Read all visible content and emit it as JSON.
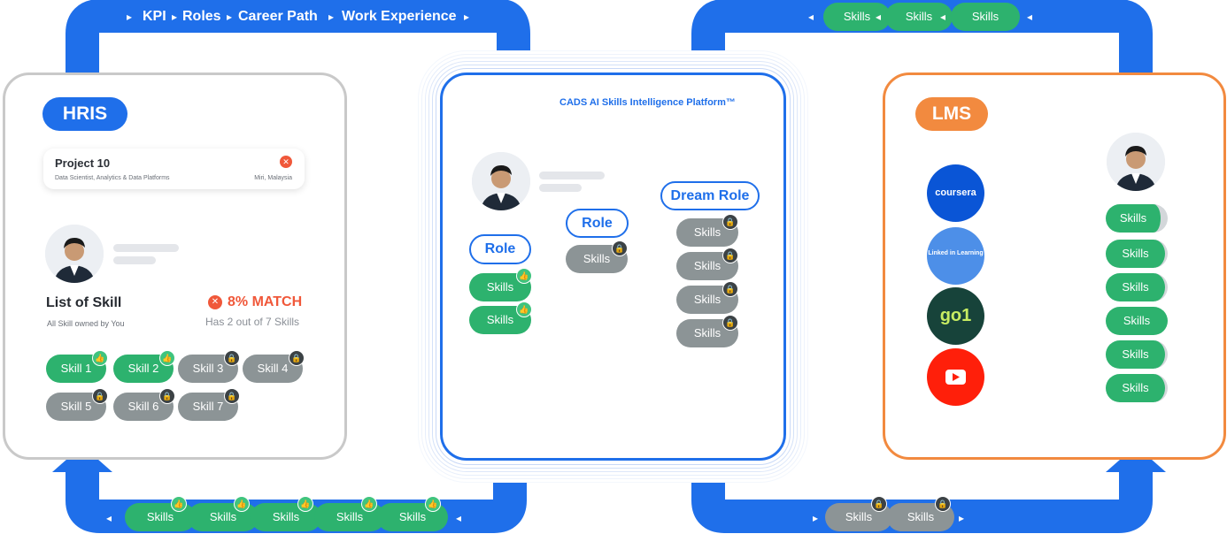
{
  "top_flow": {
    "kpi": "KPI",
    "roles": "Roles",
    "career_path": "Career Path",
    "work_experience": "Work Experience",
    "right_skills": [
      "Skills",
      "Skills",
      "Skills"
    ]
  },
  "bottom_flow": {
    "left_skills": [
      "Skills",
      "Skills",
      "Skills",
      "Skills",
      "Skills"
    ],
    "right_skills": [
      "Skills",
      "Skills"
    ]
  },
  "hris": {
    "tag": "HRIS",
    "project": {
      "title": "Project 10",
      "subtitle": "Data Scientist, Analytics & Data Platforms",
      "location": "Miri, Malaysia"
    },
    "list_title": "List of Skill",
    "list_subtitle": "All Skill owned by You",
    "match": "8% MATCH",
    "match_detail": "Has 2 out of 7 Skills",
    "skills": [
      {
        "label": "Skill 1",
        "owned": true
      },
      {
        "label": "Skill 2",
        "owned": true
      },
      {
        "label": "Skill 3",
        "owned": false
      },
      {
        "label": "Skill 4",
        "owned": false
      },
      {
        "label": "Skill 5",
        "owned": false
      },
      {
        "label": "Skill 6",
        "owned": false
      },
      {
        "label": "Skill 7",
        "owned": false
      }
    ]
  },
  "cads": {
    "title": "CADS AI Skills Intelligence Platform™",
    "role1": "Role",
    "role2": "Role",
    "dream_role": "Dream Role",
    "role1_skills": [
      "Skills",
      "Skills"
    ],
    "role2_skills": [
      "Skills"
    ],
    "dream_skills": [
      "Skills",
      "Skills",
      "Skills",
      "Skills"
    ]
  },
  "lms": {
    "tag": "LMS",
    "providers": [
      {
        "name": "coursera",
        "color": "#0a55d6"
      },
      {
        "name": "Linked in Learning",
        "color": "#4d8fe8"
      },
      {
        "name": "go1",
        "color": "#17433a"
      },
      {
        "name": "youtube",
        "color": "#ff1f0a"
      }
    ],
    "skills": [
      "Skills",
      "Skills",
      "Skills",
      "Skills",
      "Skills",
      "Skills"
    ]
  },
  "colors": {
    "blue": "#1f6fea",
    "green": "#2db26e",
    "gray": "#8c9496",
    "orange": "#f28a3f",
    "red": "#f0583a"
  }
}
